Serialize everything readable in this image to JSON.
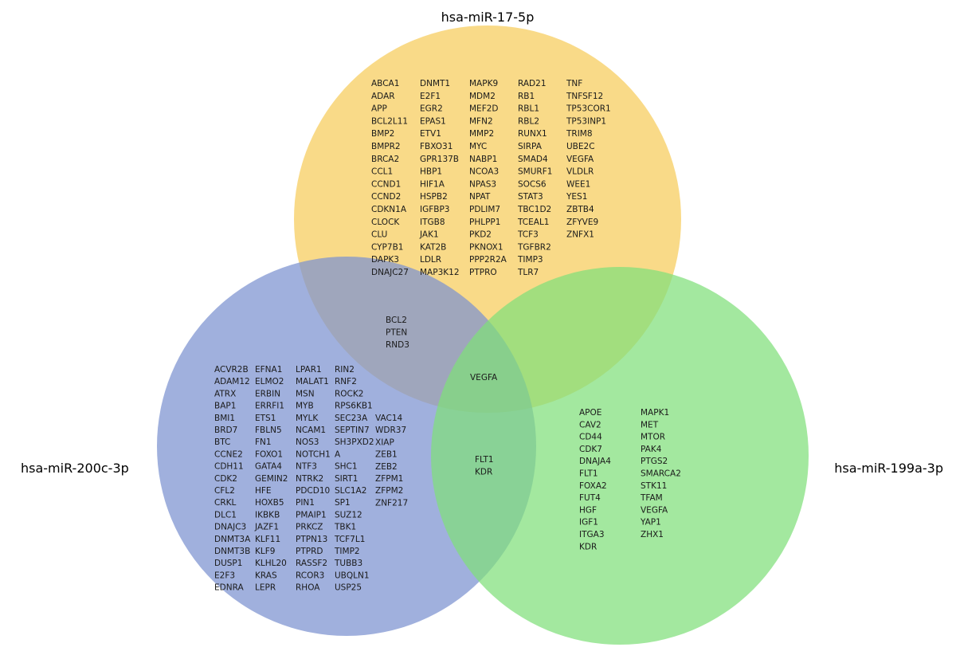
{
  "sets": {
    "mir17": {
      "label": "hsa-miR-17-5p",
      "color": "#f6cc5a",
      "columns": [
        [
          "ABCA1",
          "ADAR",
          "APP",
          "BCL2L11",
          "BMP2",
          "BMPR2",
          "BRCA2",
          "CCL1",
          "CCND1",
          "CCND2",
          "CDKN1A",
          "CLOCK",
          "CLU",
          "CYP7B1",
          "DAPK3",
          "DNAJC27"
        ],
        [
          "DNMT1",
          "E2F1",
          "EGR2",
          "EPAS1",
          "ETV1",
          "FBXO31",
          "GPR137B",
          "HBP1",
          "HIF1A",
          "HSPB2",
          "IGFBP3",
          "ITGB8",
          "JAK1",
          "KAT2B",
          "LDLR",
          "MAP3K12"
        ],
        [
          "MAPK9",
          "MDM2",
          "MEF2D",
          "MFN2",
          "MMP2",
          "MYC",
          "NABP1",
          "NCOA3",
          "NPAS3",
          "NPAT",
          "PDLIM7",
          "PHLPP1",
          "PKD2",
          "PKNOX1",
          "PPP2R2A",
          "PTPRO"
        ],
        [
          "RAD21",
          "RB1",
          "RBL1",
          "RBL2",
          "RUNX1",
          "SIRPA",
          "SMAD4",
          "SMURF1",
          "SOCS6",
          "STAT3",
          "TBC1D2",
          "TCEAL1",
          "TCF3",
          "TGFBR2",
          "TIMP3",
          "TLR7"
        ],
        [
          "TNF",
          "TNFSF12",
          "TP53COR1",
          "TP53INP1",
          "TRIM8",
          "UBE2C",
          "VEGFA",
          "VLDLR",
          "WEE1",
          "YES1",
          "ZBTB4",
          "ZFYVE9",
          "ZNFX1"
        ]
      ]
    },
    "mir200": {
      "label": "hsa-miR-200c-3p",
      "color": "#7b92d0",
      "columns": [
        [
          "ACVR2B",
          "ADAM12",
          "ATRX",
          "BAP1",
          "BMI1",
          "BRD7",
          "BTC",
          "CCNE2",
          "CDH11",
          "CDK2",
          "CFL2",
          "CRKL",
          "DLC1",
          "DNAJC3",
          "DNMT3A",
          "DNMT3B",
          "DUSP1",
          "E2F3",
          "EDNRA"
        ],
        [
          "EFNA1",
          "ELMO2",
          "ERBIN",
          "ERRFI1",
          "ETS1",
          "FBLN5",
          "FN1",
          "FOXO1",
          "GATA4",
          "GEMIN2",
          "HFE",
          "HOXB5",
          "IKBKB",
          "JAZF1",
          "KLF11",
          "KLF9",
          "KLHL20",
          "KRAS",
          "LEPR"
        ],
        [
          "LPAR1",
          "MALAT1",
          "MSN",
          "MYB",
          "MYLK",
          "NCAM1",
          "NOS3",
          "NOTCH1",
          "NTF3",
          "NTRK2",
          "PDCD10",
          "PIN1",
          "PMAIP1",
          "PRKCZ",
          "PTPN13",
          "PTPRD",
          "RASSF2",
          "RCOR3",
          "RHOA"
        ],
        [
          "RIN2",
          "RNF2",
          "ROCK2",
          "RPS6KB1",
          "SEC23A",
          "SEPTIN7",
          "SH3PXD2",
          "A",
          "SHC1",
          "SIRT1",
          "SLC1A2",
          "SP1",
          "SUZ12",
          "TBK1",
          "TCF7L1",
          "TIMP2",
          "TUBB3",
          "UBQLN1",
          "USP25"
        ],
        [
          "VAC14",
          "WDR37",
          "XIAP",
          "ZEB1",
          "ZEB2",
          "ZFPM1",
          "ZFPM2",
          "ZNF217"
        ]
      ]
    },
    "mir199": {
      "label": "hsa-miR-199a-3p",
      "color": "#7fdf7a",
      "columns": [
        [
          "APOE",
          "CAV2",
          "CD44",
          "CDK7",
          "DNAJA4",
          "FLT1",
          "FOXA2",
          "FUT4",
          "HGF",
          "IGF1",
          "ITGA3",
          "KDR"
        ],
        [
          "MAPK1",
          "MET",
          "MTOR",
          "PAK4",
          "PTGS2",
          "SMARCA2",
          "STK11",
          "TFAM",
          "VEGFA",
          "YAP1",
          "ZHX1"
        ]
      ]
    }
  },
  "intersections": {
    "mir17_mir200": [
      "BCL2",
      "PTEN",
      "RND3"
    ],
    "all_three": [
      "VEGFA"
    ],
    "mir200_mir199": [
      "FLT1",
      "KDR"
    ]
  }
}
